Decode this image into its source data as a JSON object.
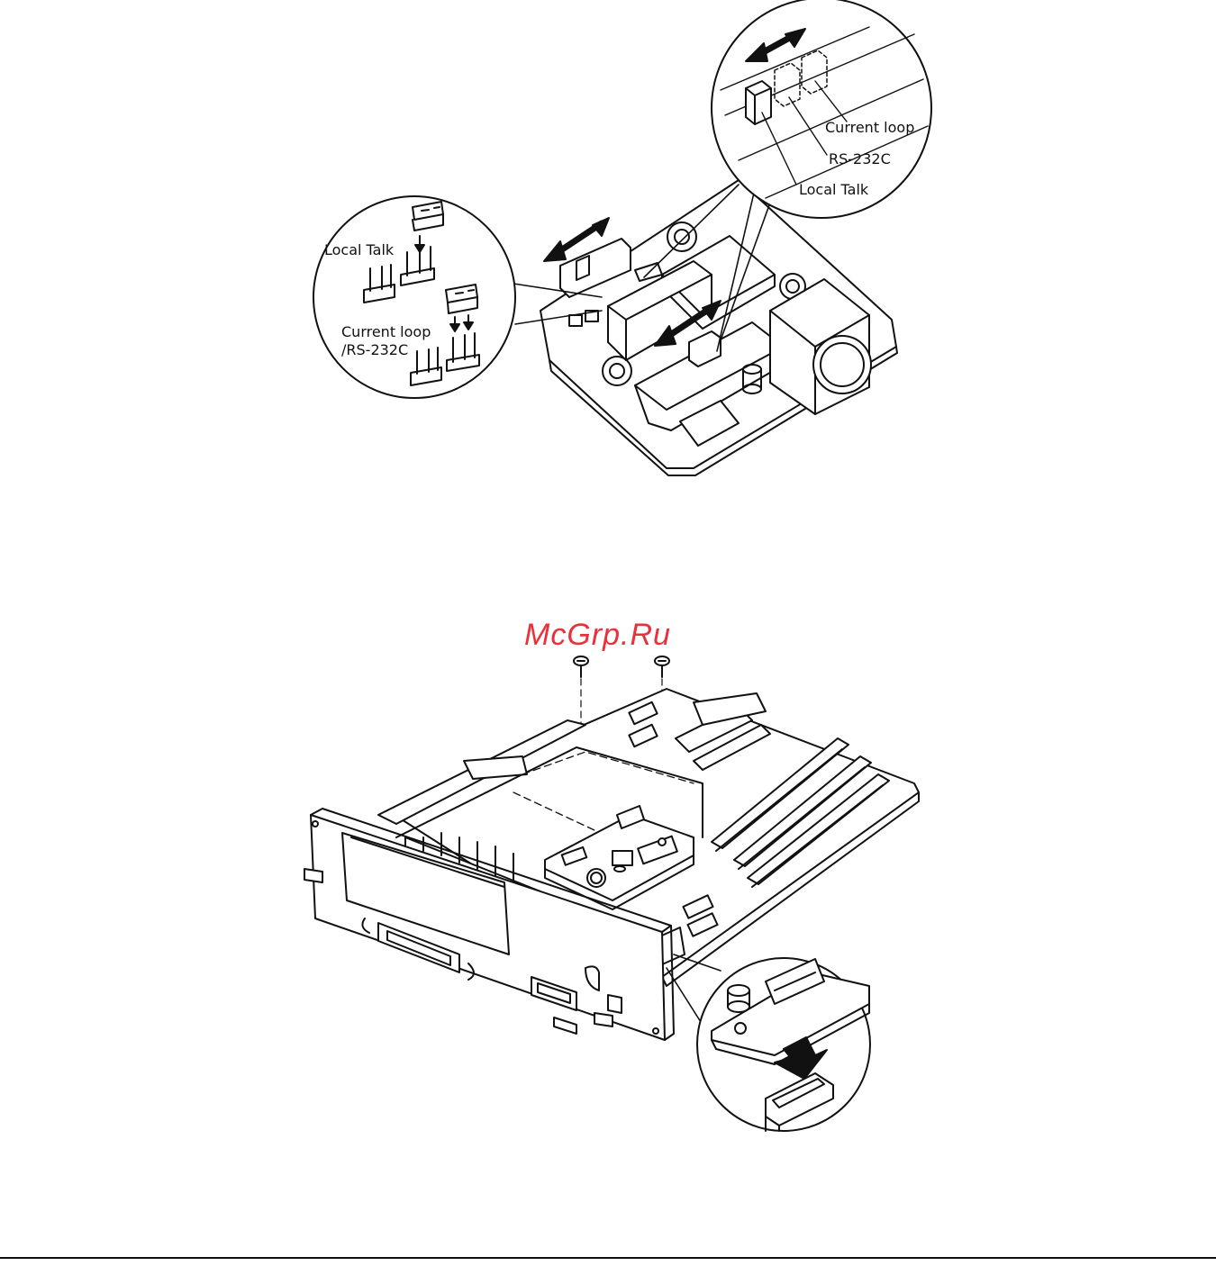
{
  "figure1": {
    "zoom_top": {
      "labels": [
        "Current loop",
        "RS-232C",
        "Local Talk"
      ]
    },
    "zoom_left": {
      "labels": [
        "Local Talk",
        "Current loop",
        "/RS-232C"
      ]
    }
  },
  "watermark": {
    "text": "McGrp.Ru"
  },
  "colors": {
    "line": "#111111",
    "background": "#ffffff",
    "watermark": "#e8313a"
  }
}
